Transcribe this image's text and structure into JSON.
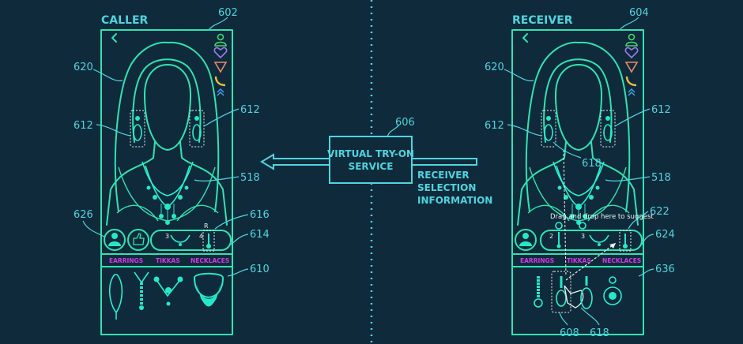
{
  "caller": {
    "title": "CALLER",
    "ref": "602",
    "labels": {
      "hair": "620",
      "earring_left": "612",
      "earring_right": "612",
      "necklace": "518",
      "avatar": "626",
      "tray_item": "616",
      "tray": "614",
      "products": "610"
    },
    "tray_numbers": [
      "3",
      "4"
    ],
    "tray_marker": "R",
    "tabs": [
      "EARRINGS",
      "TIKKAS",
      "NECKLACES"
    ]
  },
  "receiver": {
    "title": "RECEIVER",
    "ref": "604",
    "labels": {
      "hair": "620",
      "earring_left": "612",
      "earring_right": "612",
      "touch": "618",
      "necklace": "518",
      "tray_item": "622",
      "tray": "624",
      "products": "636",
      "selected": "608",
      "hand": "618"
    },
    "tray_numbers": [
      "2",
      "3"
    ],
    "hint": "Drag and drop here to suggest",
    "tabs": [
      "EARRINGS",
      "TIKKAS",
      "NECKLACES"
    ]
  },
  "service": {
    "ref": "606",
    "line1": "VIRTUAL TRY-ON",
    "line2": "SERVICE",
    "info": [
      "RECEIVER",
      "SELECTION",
      "INFORMATION"
    ]
  },
  "colors": {
    "background": "#0f2a3a",
    "line": "#2fe3b4",
    "label": "#4fd4e0",
    "tab": "#d438e8"
  }
}
